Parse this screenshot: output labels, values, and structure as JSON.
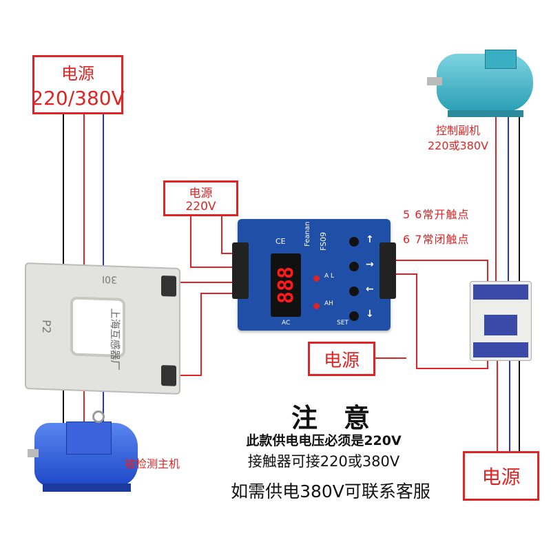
{
  "labels": {
    "power_main_title": "电源",
    "power_main_voltage": "220/380V",
    "power_relay_title": "电源",
    "power_relay_voltage": "220V",
    "contact_no": "5 6常开触点",
    "contact_nc": "6 7常闭触点",
    "aux_motor_name": "控制副机",
    "aux_motor_voltage": "220或380V",
    "power_contactor": "电源",
    "power_bottom_right": "电源",
    "main_motor": "被检测主机"
  },
  "notice": {
    "title": "注　意",
    "line1": "此款供电电压必须是220V",
    "line2": "接触器可接220或380V",
    "line3": "如需供电380V可联系客服"
  },
  "device": {
    "brand": "Feanan",
    "model": "FS09",
    "display": "888",
    "btn_up": "↑",
    "btn_right": "→",
    "btn_left": "←",
    "btn_down": "↓",
    "label_al": "A L",
    "label_ah": "AH",
    "label_ac": "AC",
    "label_set": "SET"
  },
  "ct": {
    "text_a": "上海互感器厂",
    "text_b": "30I",
    "text_c": "P2"
  },
  "colors": {
    "red": "#e02424",
    "blue": "#2433c8",
    "black": "#111111",
    "device_blue": "#1f4fa6",
    "display_red": "#ff1a1a"
  }
}
